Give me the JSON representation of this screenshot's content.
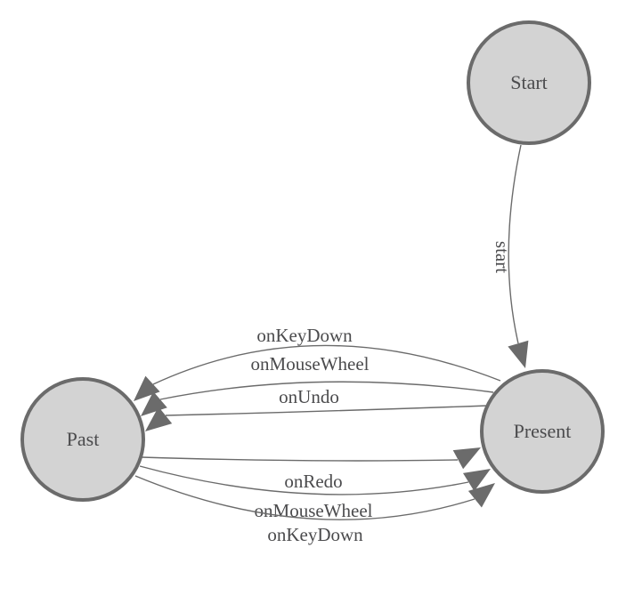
{
  "diagram": {
    "type": "state-machine",
    "colors": {
      "background": "#ffffff",
      "node_fill": "#d3d3d3",
      "node_stroke": "#6b6b6b",
      "edge_stroke": "#6b6b6b",
      "arrowhead_fill": "#6b6b6b",
      "text": "#4b4b4d"
    },
    "nodes": [
      {
        "id": "start",
        "label": "Start"
      },
      {
        "id": "past",
        "label": "Past"
      },
      {
        "id": "present",
        "label": "Present"
      }
    ],
    "edges": [
      {
        "from": "Start",
        "to": "Present",
        "label": "start"
      },
      {
        "from": "Present",
        "to": "Past",
        "label": "onKeyDown"
      },
      {
        "from": "Present",
        "to": "Past",
        "label": "onMouseWheel"
      },
      {
        "from": "Present",
        "to": "Past",
        "label": "onUndo"
      },
      {
        "from": "Past",
        "to": "Present",
        "label": "onRedo"
      },
      {
        "from": "Past",
        "to": "Present",
        "label": "onMouseWheel"
      },
      {
        "from": "Past",
        "to": "Present",
        "label": "onKeyDown"
      }
    ]
  }
}
